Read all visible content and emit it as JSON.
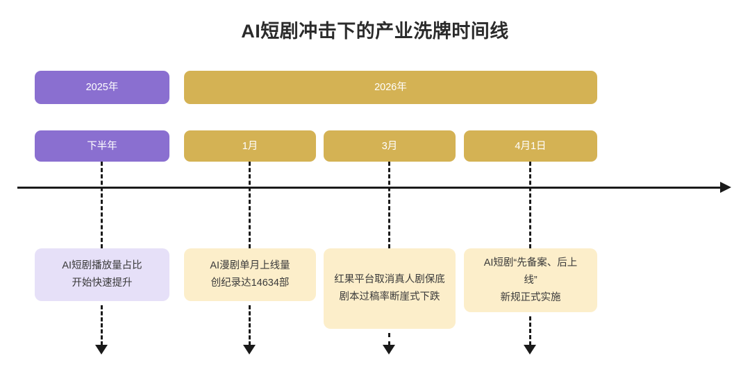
{
  "title": "AI短剧冲击下的产业洗牌时间线",
  "colors": {
    "purple": "#8a6fd0",
    "gold": "#d4b254",
    "lilac": "#e6e0f8",
    "cream": "#fceeca",
    "axis": "#1a1a1a",
    "title_text": "#2b2b2b",
    "card_text": "#3a3a3a"
  },
  "years": [
    {
      "label": "2025年",
      "color": "purple"
    },
    {
      "label": "2026年",
      "color": "gold"
    }
  ],
  "periods": [
    {
      "label": "下半年",
      "color": "purple"
    },
    {
      "label": "1月",
      "color": "gold"
    },
    {
      "label": "3月",
      "color": "gold"
    },
    {
      "label": "4月1日",
      "color": "gold"
    }
  ],
  "events": [
    {
      "text": "AI短剧播放量占比\n开始快速提升",
      "color": "lilac"
    },
    {
      "text": "AI漫剧单月上线量\n创纪录达14634部",
      "color": "cream"
    },
    {
      "text": "红果平台取消真人剧保底\n剧本过稿率断崖式下跌",
      "color": "cream"
    },
    {
      "text": "AI短剧“先备案、后上\n线”\n新规正式实施",
      "color": "cream"
    }
  ]
}
